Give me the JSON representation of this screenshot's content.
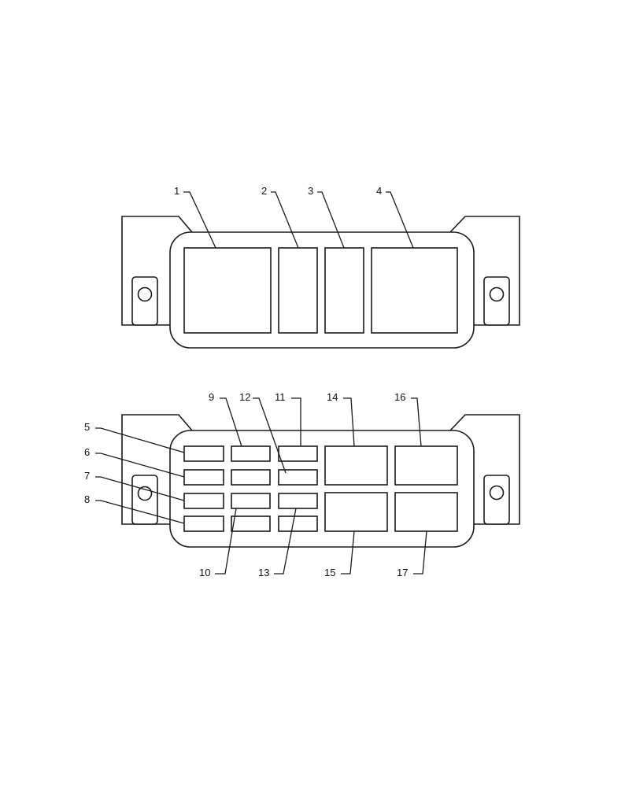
{
  "diagram": {
    "line_color": "#1a1a1a",
    "background": "#ffffff",
    "top_unit": {
      "callouts": [
        "1",
        "2",
        "3",
        "4"
      ]
    },
    "bottom_unit": {
      "callouts": [
        "5",
        "6",
        "7",
        "8",
        "9",
        "10",
        "11",
        "12",
        "13",
        "14",
        "15",
        "16",
        "17"
      ]
    }
  }
}
